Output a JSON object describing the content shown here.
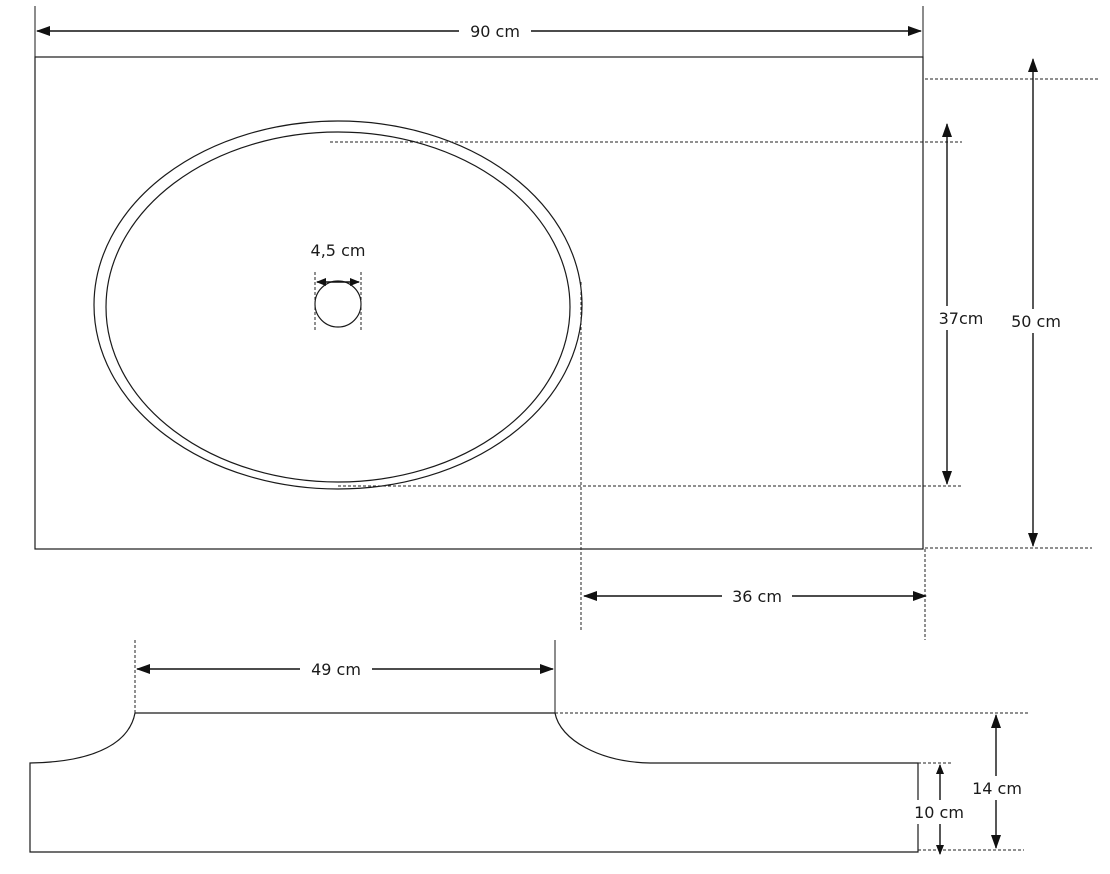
{
  "colors": {
    "line": "#1a1a1a",
    "background": "#ffffff"
  },
  "dimensions": {
    "top_width": "90 cm",
    "drain_diameter": "4,5 cm",
    "basin_depth": "37cm",
    "total_depth": "50 cm",
    "right_offset": "36 cm",
    "basin_width": "49 cm",
    "back_height": "14 cm",
    "front_height": "10 cm"
  }
}
